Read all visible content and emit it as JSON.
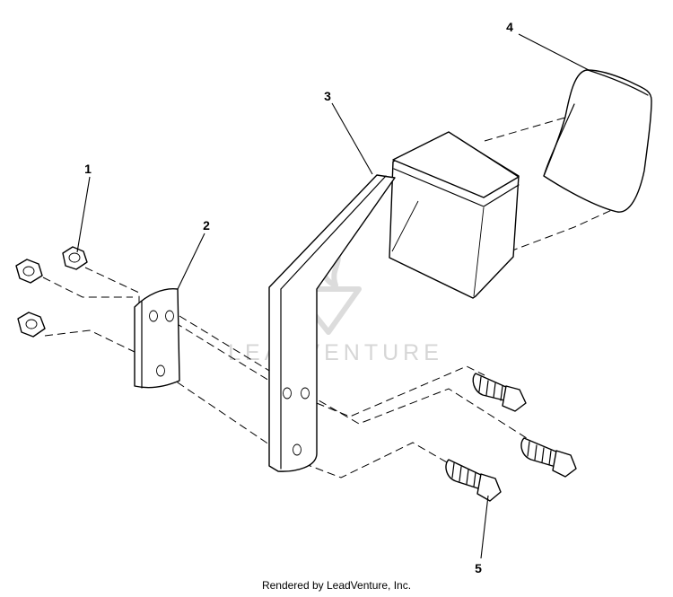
{
  "callouts": [
    {
      "id": "1",
      "label": "1"
    },
    {
      "id": "2",
      "label": "2"
    },
    {
      "id": "3",
      "label": "3"
    },
    {
      "id": "4",
      "label": "4"
    },
    {
      "id": "5",
      "label": "5"
    }
  ],
  "watermark": {
    "text": "LEADVENTURE"
  },
  "footer": {
    "credit": "Rendered by LeadVenture, Inc."
  }
}
